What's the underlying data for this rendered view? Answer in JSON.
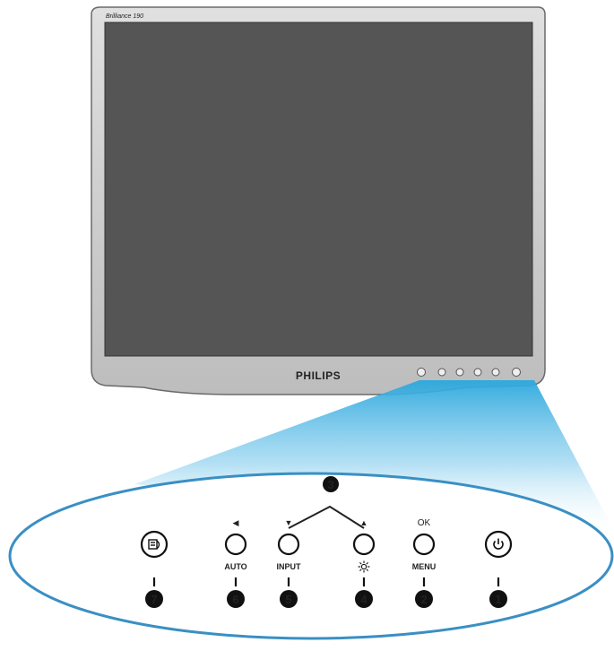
{
  "monitor": {
    "model": "Brilliance 190",
    "brand": "PHILIPS"
  },
  "buttons": [
    {
      "id": "smartimage",
      "above": "",
      "below": "",
      "callout": "7",
      "icon": "smartimage-icon"
    },
    {
      "id": "auto",
      "above": "◀",
      "below": "AUTO",
      "callout": "6",
      "icon": ""
    },
    {
      "id": "input",
      "above": "▼",
      "below": "INPUT",
      "callout": "5",
      "icon": ""
    },
    {
      "id": "brightness",
      "above": "▲",
      "below": "",
      "callout": "4",
      "icon": "brightness-icon"
    },
    {
      "id": "menu",
      "above": "OK",
      "below": "MENU",
      "callout": "2",
      "icon": ""
    },
    {
      "id": "power",
      "above": "",
      "below": "",
      "callout": "1",
      "icon": "power-icon"
    }
  ],
  "group_callout": "3",
  "colors": {
    "bezel": "#cfcfcf",
    "screen": "#555555",
    "ellipse": "#3a8fc4",
    "beam": "#7ec8ea",
    "callout_fill": "#111111"
  }
}
